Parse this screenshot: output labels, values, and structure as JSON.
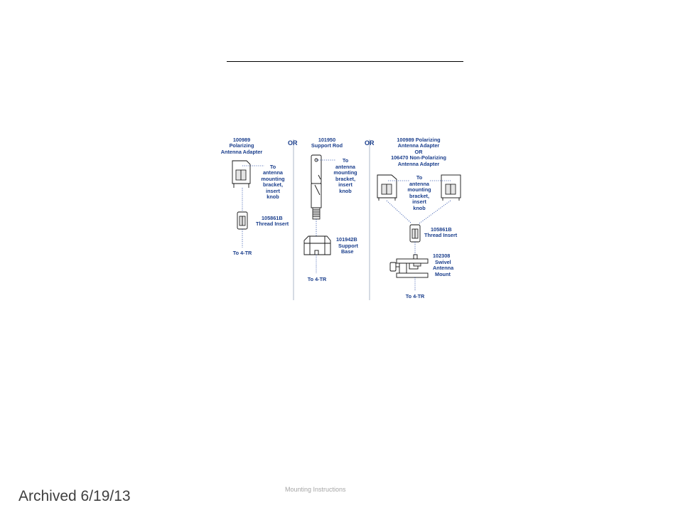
{
  "diagram": {
    "col1": {
      "adapter": [
        "100989",
        "Polarizing",
        "Antenna Adapter"
      ],
      "to_bracket": [
        "To",
        "antenna",
        "mounting",
        "bracket,",
        "insert",
        "knob"
      ],
      "insert": [
        "105861B",
        "Thread Insert"
      ],
      "to_unit": "To 4-TR"
    },
    "or1": "OR",
    "col2": {
      "rod": [
        "101950",
        "Support Rod"
      ],
      "to_bracket": [
        "To",
        "antenna",
        "mounting",
        "bracket,",
        "insert",
        "knob"
      ],
      "base": [
        "101942B",
        "Support",
        "Base"
      ],
      "to_unit": "To 4-TR"
    },
    "or2": "OR",
    "col3": {
      "adapters": [
        "100989 Polarizing",
        "Antenna Adapter",
        "OR",
        "106470 Non-Polarizing",
        "Antenna Adapter"
      ],
      "to_bracket": [
        "To",
        "antenna",
        "mounting",
        "bracket,",
        "insert",
        "knob"
      ],
      "insert": [
        "105861B",
        "Thread Insert"
      ],
      "mount": [
        "102308",
        "Swivel",
        "Antenna",
        "Mount"
      ],
      "to_unit": "To 4-TR"
    }
  },
  "footer": {
    "text": "Mounting Instructions"
  },
  "archived": {
    "text": "Archived 6/19/13"
  }
}
